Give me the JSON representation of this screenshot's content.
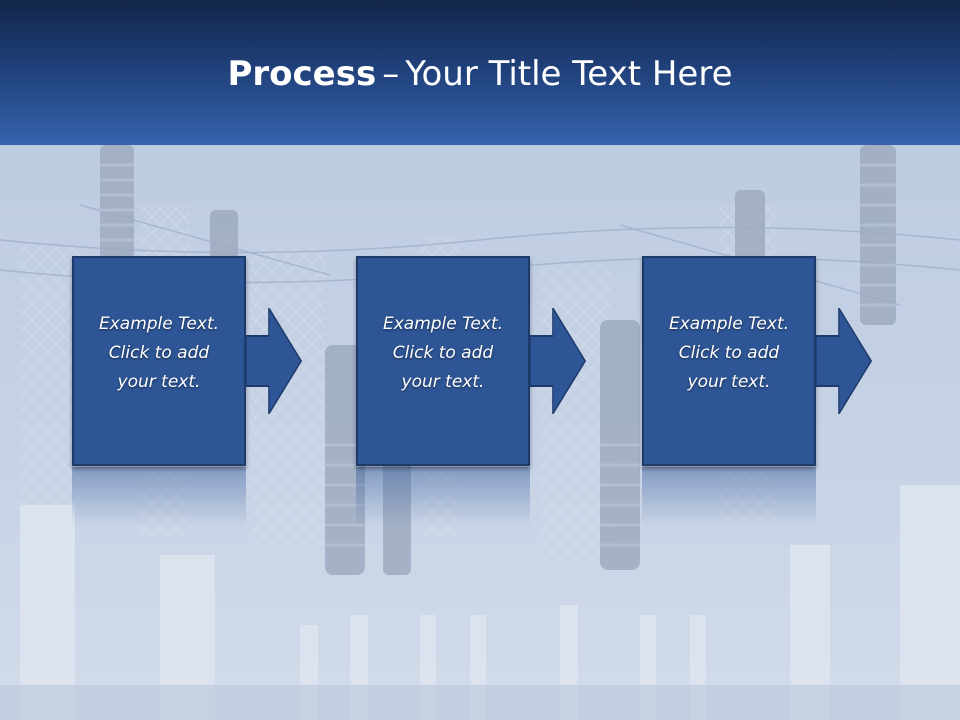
{
  "slide": {
    "title_bold": "Process",
    "title_separator": "–",
    "title_rest": "Your Title Text Here"
  },
  "steps": [
    {
      "line1": "Example Text.",
      "line2": "Click  to add",
      "line3": "your text."
    },
    {
      "line1": "Example Text.",
      "line2": "Click  to add",
      "line3": "your text."
    },
    {
      "line1": "Example Text.",
      "line2": "Click  to add",
      "line3": "your text."
    }
  ],
  "colors": {
    "header_dark": "#13264a",
    "header_light": "#3563ad",
    "box_fill": "#2e5595",
    "box_border": "#1e3a6b",
    "background": "#c3cfe2"
  },
  "icons": [
    "arrow-right-icon"
  ]
}
